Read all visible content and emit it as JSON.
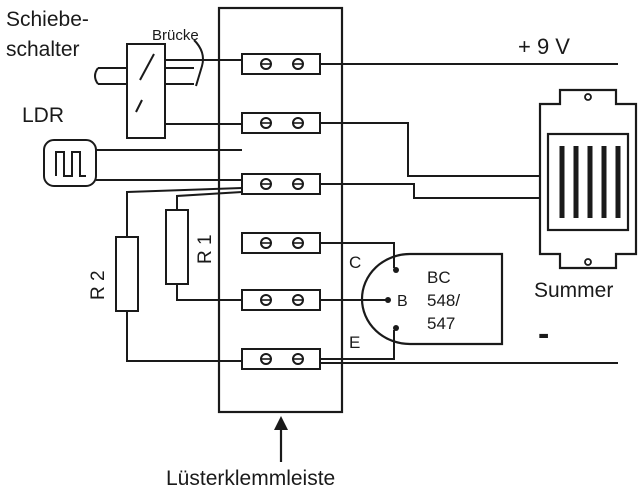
{
  "labels": {
    "schiebe_line1": "Schiebe-",
    "schiebe_line2": "schalter",
    "bruecke": "Brücke",
    "plus9v": "+ 9 V",
    "ldr": "LDR",
    "r1": "R 1",
    "r2": "R 2",
    "c": "C",
    "b": "B",
    "e": "E",
    "bc": "BC",
    "bc_num1": "548/",
    "bc_num2": "547",
    "summer": "Summer",
    "minus": "-",
    "luesterklemmleiste": "Lüsterklemmleiste"
  },
  "terminal_rows": 6
}
